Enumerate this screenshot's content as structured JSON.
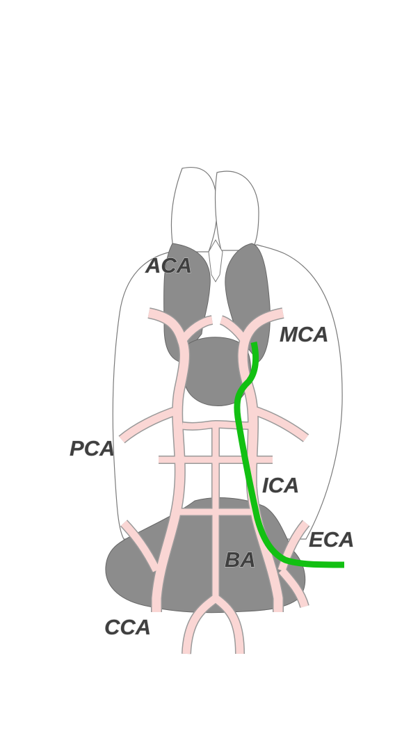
{
  "labels": {
    "aca": "ACA",
    "mca": "MCA",
    "pca": "PCA",
    "ica": "ICA",
    "eca": "ECA",
    "ba": "BA",
    "cca": "CCA"
  },
  "colors": {
    "background": "#ffffff",
    "brain_outline": "#7a7a7a",
    "gray_matter": "#8c8c8c",
    "vessel_fill": "#fad6d4",
    "vessel_edge": "#9a9a9a",
    "filament": "#12c012",
    "label": "#3f3f3f"
  }
}
